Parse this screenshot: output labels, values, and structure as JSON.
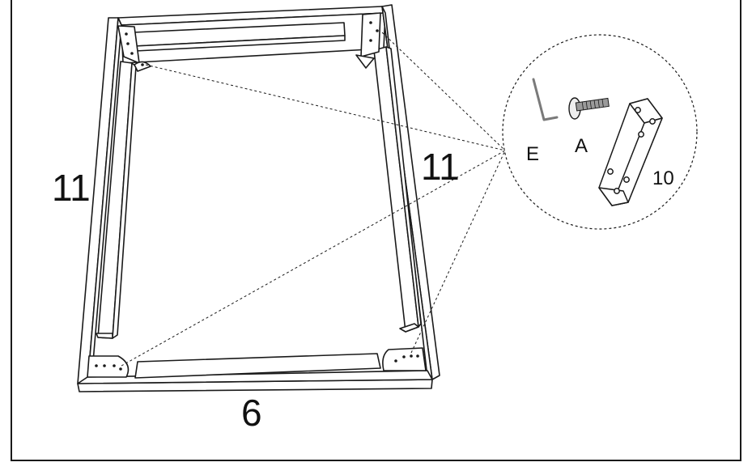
{
  "diagram": {
    "part_labels": {
      "left_rail": "11",
      "right_rail": "11",
      "bottom_rail": "6"
    },
    "detail": {
      "hex_key": "E",
      "bolt": "A",
      "corner_bracket": "10"
    },
    "colors": {
      "line": "#1a1a1a",
      "fill": "#ffffff",
      "hardware": "#8a8a8a"
    }
  }
}
